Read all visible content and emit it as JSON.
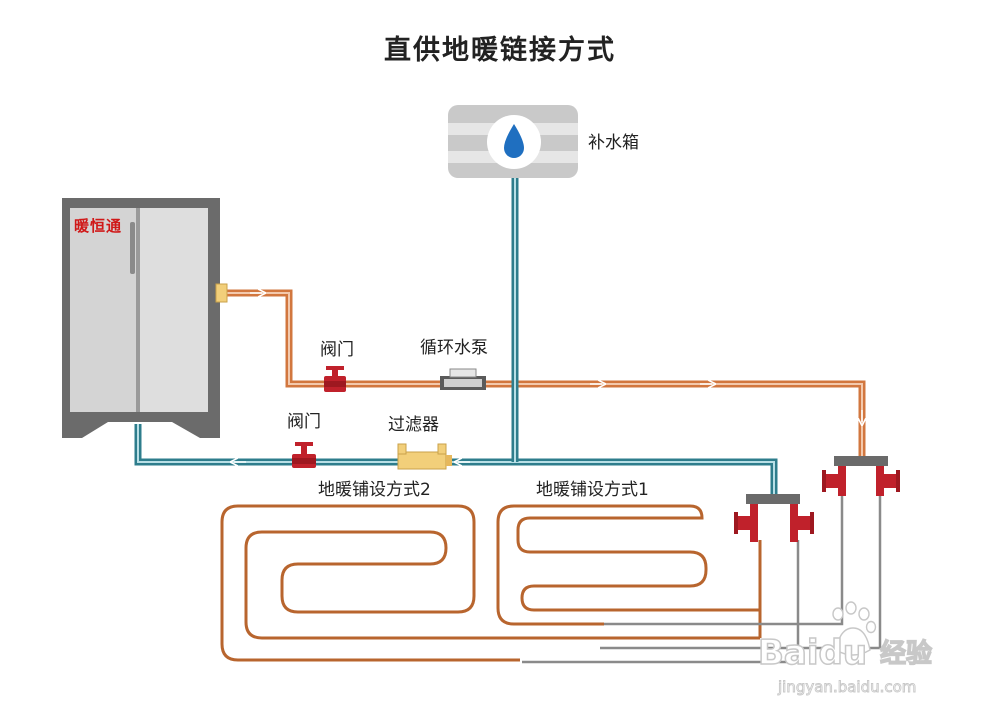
{
  "title": "直供地暖链接方式",
  "labels": {
    "tank": "补水箱",
    "boiler_brand": "暖恒通",
    "valve_top": "阀门",
    "valve_bottom": "阀门",
    "pump": "循环水泵",
    "filter": "过滤器",
    "loop2": "地暖铺设方式2",
    "loop1": "地暖铺设方式1"
  },
  "watermark": {
    "brand_latin": "Baidu",
    "brand_cn": "经验",
    "url": "jingyan.baidu.com"
  },
  "colors": {
    "supply_pipe": "#d2773f",
    "return_pipe": "#2e7d8c",
    "valve": "#c0212b",
    "boiler_frame": "#6b6b6b",
    "tank": "#c9c9c9",
    "water_drop": "#1f6fc0",
    "filter": "#f2cf7a",
    "floor_loop": "#b8652e",
    "manifold": "#6a6a6a"
  },
  "icons": {
    "tank": "water-drop-icon",
    "valve": "valve-icon",
    "pump": "pump-icon",
    "filter": "filter-icon"
  }
}
